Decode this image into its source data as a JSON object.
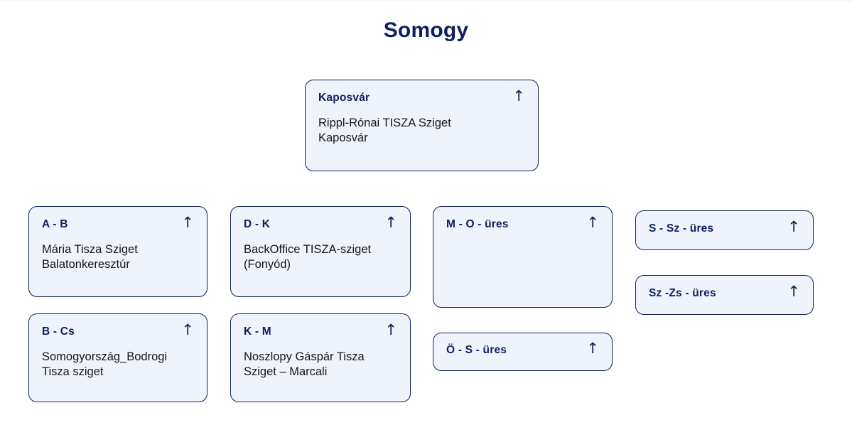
{
  "page": {
    "title": "Somogy",
    "background_color": "#ffffff",
    "accent_color": "#0d2060",
    "card_background_color": "#eff4fc",
    "card_border_color": "#12234f"
  },
  "cards": [
    {
      "id": "kaposvar",
      "title": "Kaposvár",
      "body": "Rippl-Rónai TISZA Sziget\nKaposvár",
      "arrow": "↑",
      "arrow_icon_name": "arrow-up-icon",
      "empty": false
    },
    {
      "id": "a-b",
      "title": "A - B",
      "body": "Mária Tisza Sziget\nBalatonkeresztúr",
      "arrow": "↑",
      "arrow_icon_name": "arrow-up-icon",
      "empty": false
    },
    {
      "id": "d-k",
      "title": "D - K",
      "body": "BackOffice TISZA-sziget\n(Fonyód)",
      "arrow": "↑",
      "arrow_icon_name": "arrow-up-icon",
      "empty": false
    },
    {
      "id": "m-o",
      "title": "M - O - üres",
      "body": "",
      "arrow": "↑",
      "arrow_icon_name": "arrow-up-icon",
      "empty": true
    },
    {
      "id": "s-sz",
      "title": "S - Sz - üres",
      "body": "",
      "arrow": "↑",
      "arrow_icon_name": "arrow-up-icon",
      "empty": true
    },
    {
      "id": "sz-zs",
      "title": "Sz -Zs - üres",
      "body": "",
      "arrow": "↑",
      "arrow_icon_name": "arrow-up-icon",
      "empty": true
    },
    {
      "id": "b-cs",
      "title": "B - Cs",
      "body": "Somogyország_Bodrogi\nTisza sziget",
      "arrow": "↑",
      "arrow_icon_name": "arrow-up-icon",
      "empty": false
    },
    {
      "id": "k-m",
      "title": "K - M",
      "body": "Noszlopy Gáspár Tisza\nSziget – Marcali",
      "arrow": "↑",
      "arrow_icon_name": "arrow-up-icon",
      "empty": false
    },
    {
      "id": "o-s",
      "title": "Ö - S - üres",
      "body": "",
      "arrow": "↑",
      "arrow_icon_name": "arrow-up-icon",
      "empty": true
    }
  ]
}
